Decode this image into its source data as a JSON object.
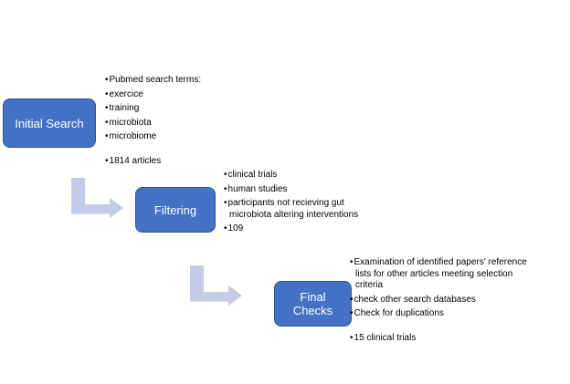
{
  "diagram": {
    "background": "#ffffff",
    "colors": {
      "box_fill": "#4472C4",
      "box_border": "#2F528F",
      "box_text": "#ffffff",
      "arrow_fill": "#C3CBE8",
      "body_text": "#000000"
    },
    "arrows": [
      {
        "name": "bent-arrow-down-right"
      },
      {
        "name": "bent-arrow-down-right"
      }
    ],
    "steps": [
      {
        "label": "Initial Search",
        "bullets": [
          "Pubmed search terms:",
          "exercice",
          "training",
          "microbiota",
          "microbiome"
        ],
        "result": "1814 articles"
      },
      {
        "label": "Filtering",
        "bullets": [
          "clinical trials",
          "human studies",
          "participants not recieving gut\nmicrobiota altering interventions",
          "109"
        ]
      },
      {
        "label": "Final\nChecks",
        "bullets": [
          "Examination of identified papers' reference\nlists for other articles meeting selection\ncriteria",
          "check other search databases",
          "Check for duplications"
        ],
        "result": "15 clinical trials"
      }
    ]
  }
}
